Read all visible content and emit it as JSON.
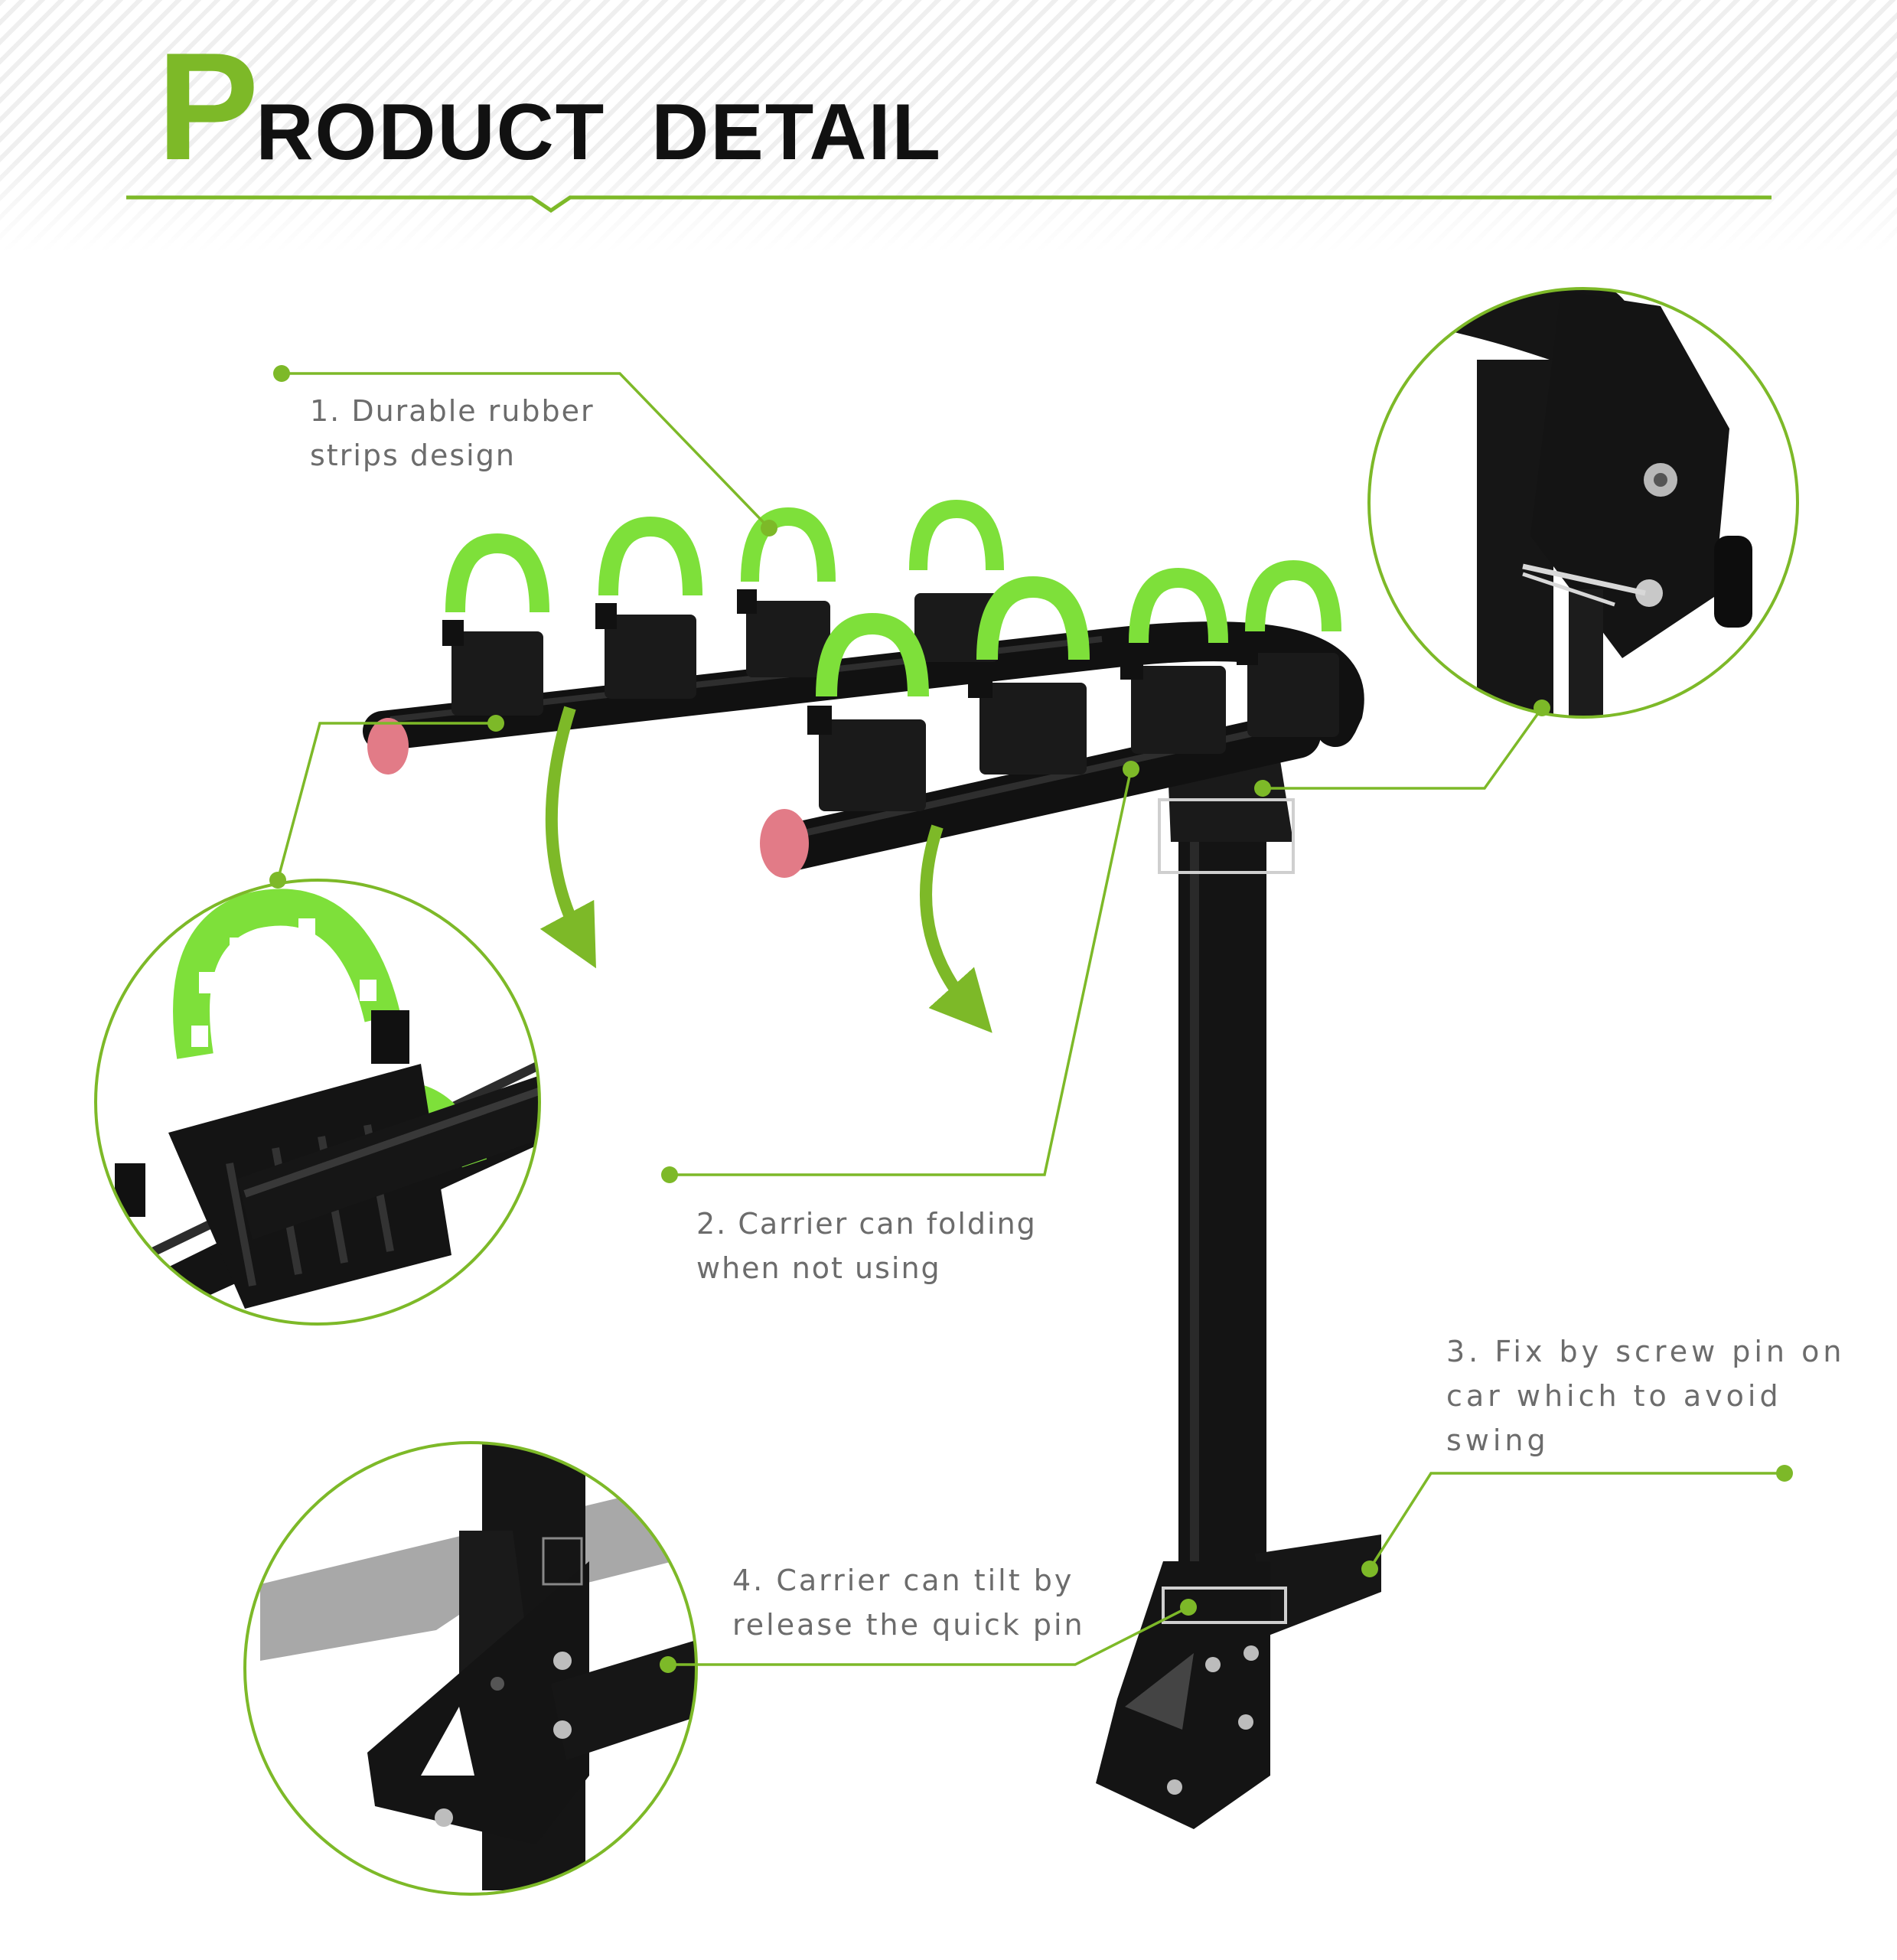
{
  "header": {
    "title_initial": "P",
    "title_rest_1": "RODUCT",
    "title_rest_2": "DETAIL",
    "accent_color": "#7db928"
  },
  "callouts": [
    {
      "number": "1",
      "line1": "1. Durable rubber",
      "line2": "strips design"
    },
    {
      "number": "2",
      "line1": "2. Carrier can folding",
      "line2": "when not using"
    },
    {
      "number": "3",
      "line1": "3. Fix by screw pin on",
      "line2": "car which to avoid",
      "line3": "swing"
    },
    {
      "number": "4",
      "line1": "4. Carrier can tilt by",
      "line2": "release the quick pin"
    }
  ],
  "detail_insets": [
    {
      "name": "pivot-joint-detail",
      "icon": "bolt-joint-icon"
    },
    {
      "name": "rubber-strap-detail",
      "icon": "strap-cradle-icon"
    },
    {
      "name": "hinge-base-detail",
      "icon": "hinge-icon"
    }
  ],
  "product": {
    "name": "bike-carrier-rack",
    "strap_color": "#7ee03a",
    "frame_color": "#111111"
  }
}
